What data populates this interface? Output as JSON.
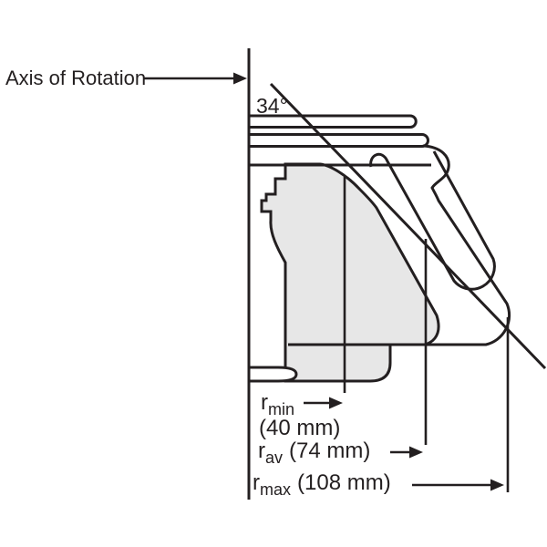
{
  "figure": {
    "description": "Cross-section diagram of a fixed-angle centrifuge rotor",
    "axis_label": "Axis of Rotation",
    "angle_label": "34°",
    "rows": {
      "rmin": {
        "symbol": "r",
        "sub": "min",
        "value": "(40 mm)"
      },
      "rav": {
        "symbol": "r",
        "sub": "av",
        "value": "(74 mm)"
      },
      "rmax": {
        "symbol": "r",
        "sub": "max",
        "value": "(108 mm)"
      }
    },
    "values_mm": {
      "r_min": 40,
      "r_av": 74,
      "r_max": 108
    },
    "colors": {
      "line": "#231f20",
      "body_fill": "#e7e7e7",
      "background": "#ffffff"
    }
  }
}
